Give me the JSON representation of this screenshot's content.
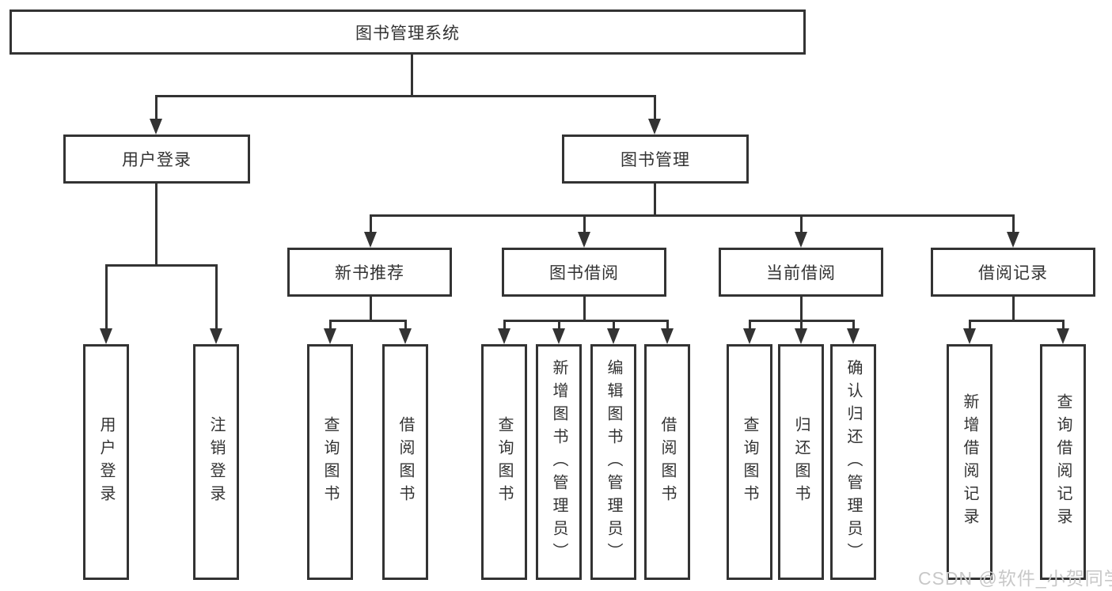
{
  "diagram": {
    "root": {
      "label": "图书管理系统"
    },
    "groups": [
      {
        "parent": {
          "label": "用户登录"
        },
        "leaves": [
          {
            "label": "用户登录"
          },
          {
            "label": "注销登录"
          }
        ]
      },
      {
        "parent": {
          "label": "图书管理"
        },
        "subgroups": [
          {
            "parent": {
              "label": "新书推荐"
            },
            "leaves": [
              {
                "label": "查询图书"
              },
              {
                "label": "借阅图书"
              }
            ]
          },
          {
            "parent": {
              "label": "图书借阅"
            },
            "leaves": [
              {
                "label": "查询图书"
              },
              {
                "label": "新增图书（管理员）"
              },
              {
                "label": "编辑图书（管理员）"
              },
              {
                "label": "借阅图书"
              }
            ]
          },
          {
            "parent": {
              "label": "当前借阅"
            },
            "leaves": [
              {
                "label": "查询图书"
              },
              {
                "label": "归还图书"
              },
              {
                "label": "确认归还（管理员）"
              }
            ]
          },
          {
            "parent": {
              "label": "借阅记录"
            },
            "leaves": [
              {
                "label": "新增借阅记录"
              },
              {
                "label": "查询借阅记录"
              }
            ]
          }
        ]
      }
    ]
  },
  "watermark": {
    "text": "CSDN @软件_小贺同学"
  },
  "colors": {
    "line": "#333333",
    "text": "#333333",
    "watermark": "#c8c8c8",
    "background": "#ffffff"
  }
}
